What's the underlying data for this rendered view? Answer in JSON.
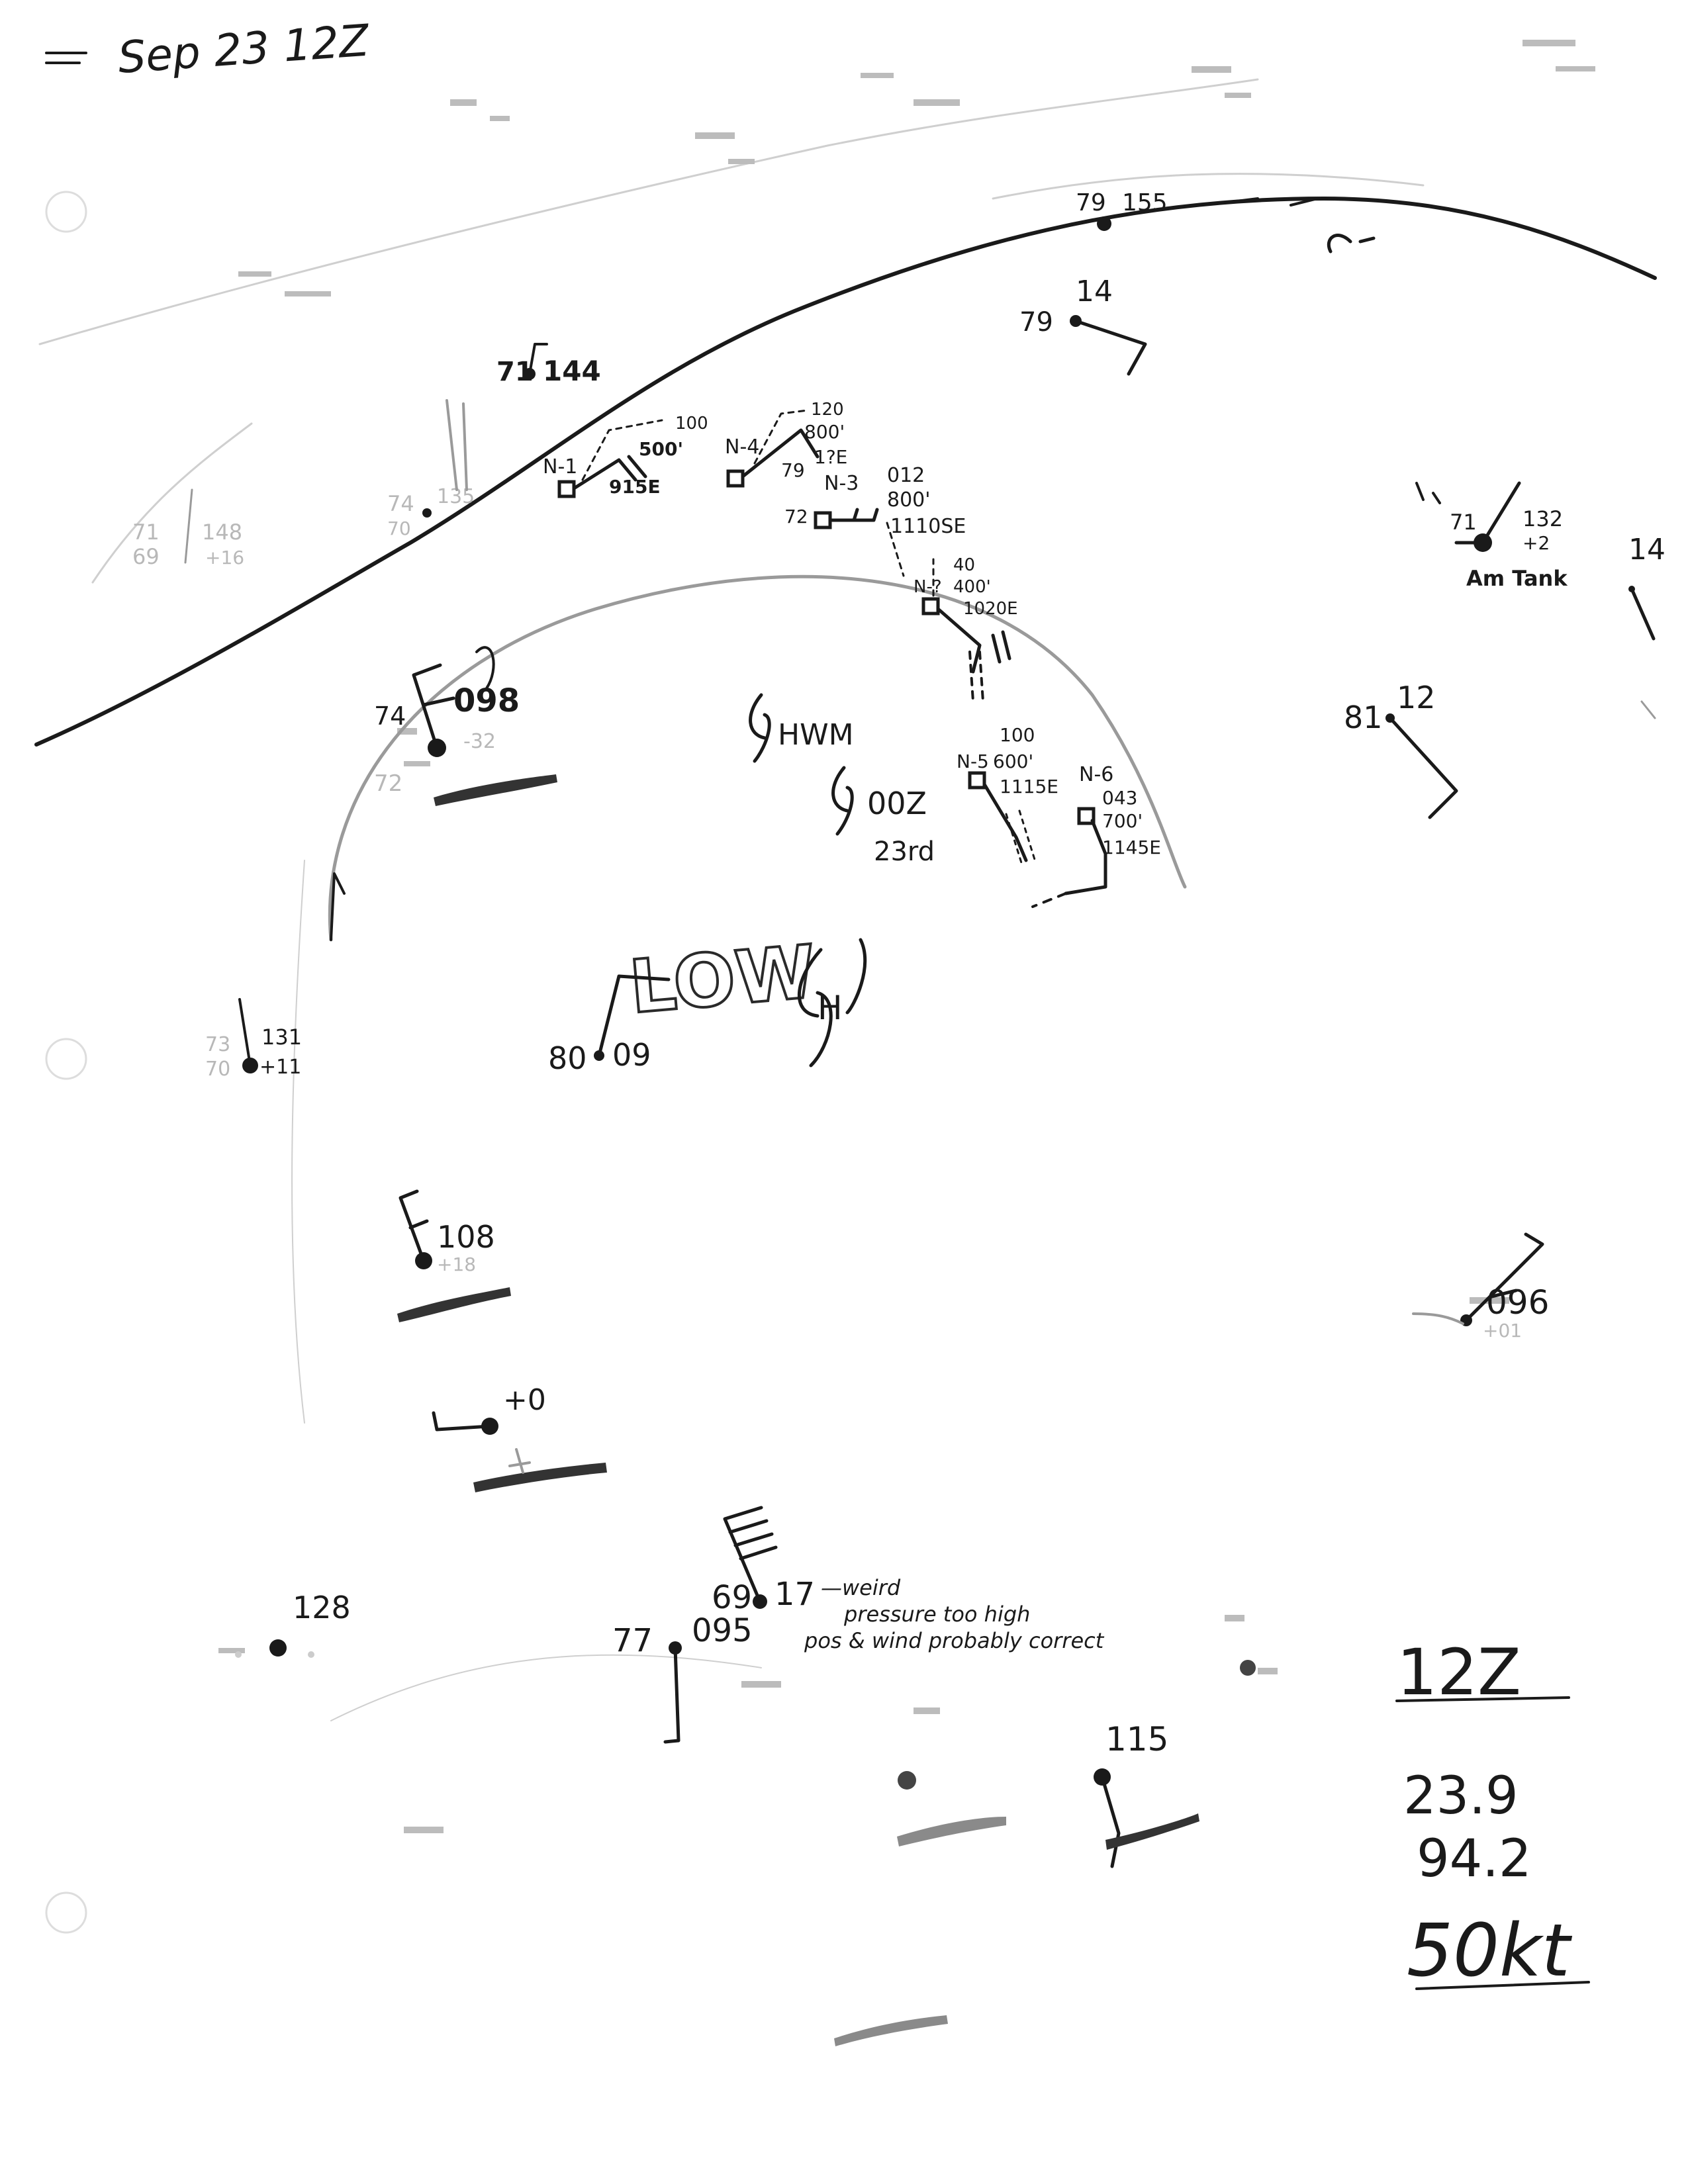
{
  "header": {
    "date_label": "Sep 23 12Z"
  },
  "features": {
    "low_label": "LOW",
    "hwm_label": "HWM",
    "hwm_time": "00Z",
    "hwm_date": "23rd",
    "hurricane_symbol_label": "H"
  },
  "stations": [
    {
      "id": "st-ne-front",
      "temp": "79",
      "pressure": "155"
    },
    {
      "id": "st-front-west",
      "temp": "71",
      "pressure": "144"
    },
    {
      "id": "st-front-sw",
      "temp": "74",
      "dew": "70",
      "pressure": "135"
    },
    {
      "id": "st-far-west",
      "temp": "71",
      "dew": "69",
      "pressure": "148",
      "tendency": "+16"
    },
    {
      "id": "st-79-14",
      "temp": "79",
      "wind": "14"
    },
    {
      "id": "st-amtank",
      "temp": "71",
      "pressure": "132",
      "tendency": "+2",
      "name": "Am Tank"
    },
    {
      "id": "st-east-edge",
      "wind": "14"
    },
    {
      "id": "st-81-12",
      "temp": "81",
      "wind": "12"
    },
    {
      "id": "st-098",
      "temp": "74",
      "dew": "72",
      "pressure": "098",
      "tendency": "-32"
    },
    {
      "id": "st-80-09",
      "temp": "80",
      "wind": "09"
    },
    {
      "id": "st-131",
      "temp": "73",
      "dew": "70",
      "pressure": "131",
      "tendency": "+11"
    },
    {
      "id": "st-108",
      "pressure": "108",
      "tendency": "+18"
    },
    {
      "id": "st-plus10",
      "tendency": "+0"
    },
    {
      "id": "st-096",
      "pressure": "096",
      "tendency": "+01"
    },
    {
      "id": "st-weird",
      "temp": "69",
      "wind": "17",
      "note1": "—weird",
      "note2": "pressure too high",
      "note3": "pos & wind probably correct"
    },
    {
      "id": "st-77-095",
      "temp": "77",
      "pressure": "095"
    },
    {
      "id": "st-128",
      "pressure": "128"
    },
    {
      "id": "st-115",
      "pressure": "115"
    }
  ],
  "ships": [
    {
      "id": "N-1",
      "label": "N-1",
      "cloud": "100",
      "height": "500'",
      "note": "915E"
    },
    {
      "id": "N-4",
      "label": "N-4",
      "cloud": "120",
      "height": "800'",
      "temp": "79",
      "note": "1?E"
    },
    {
      "id": "N-3",
      "label": "N-3",
      "temp": "72",
      "cloud": "012",
      "height": "800'",
      "note": "1110SE"
    },
    {
      "id": "N-?",
      "label": "N-?",
      "cloud": "40",
      "height": "400'",
      "note": "1020E"
    },
    {
      "id": "N-5",
      "label": "N-5",
      "cloud": "100",
      "height": "600'",
      "note": "1115E"
    },
    {
      "id": "N-6",
      "label": "N-6",
      "cloud": "043",
      "height": "700'",
      "note": "1145E"
    }
  ],
  "summary": {
    "time": "12Z",
    "latitude": "23.9",
    "longitude": "94.2",
    "wind": "50kt"
  }
}
